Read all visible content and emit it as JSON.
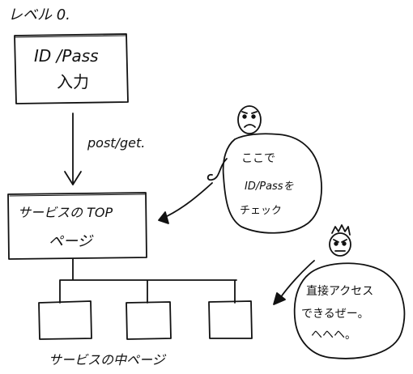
{
  "title": "レベル 0.",
  "login_box": {
    "line1": "ID /Pass",
    "line2": "入力"
  },
  "request_label": "post/get.",
  "top_page_box": {
    "line1": "サービスの TOP",
    "line2": "ページ"
  },
  "sub_pages": {
    "count": 3,
    "label": "サービスの中ページ"
  },
  "bubble_check": {
    "line1": "ここで",
    "line2": "ID/Passを",
    "line3": "チェック"
  },
  "bubble_direct": {
    "line1": "直接アクセス",
    "line2": "できるぜー。",
    "line3": "ヘヘヘ。"
  },
  "colors": {
    "ink": "#111111",
    "background": "#ffffff"
  },
  "icons": [
    "worried-face-icon",
    "devil-face-icon"
  ]
}
